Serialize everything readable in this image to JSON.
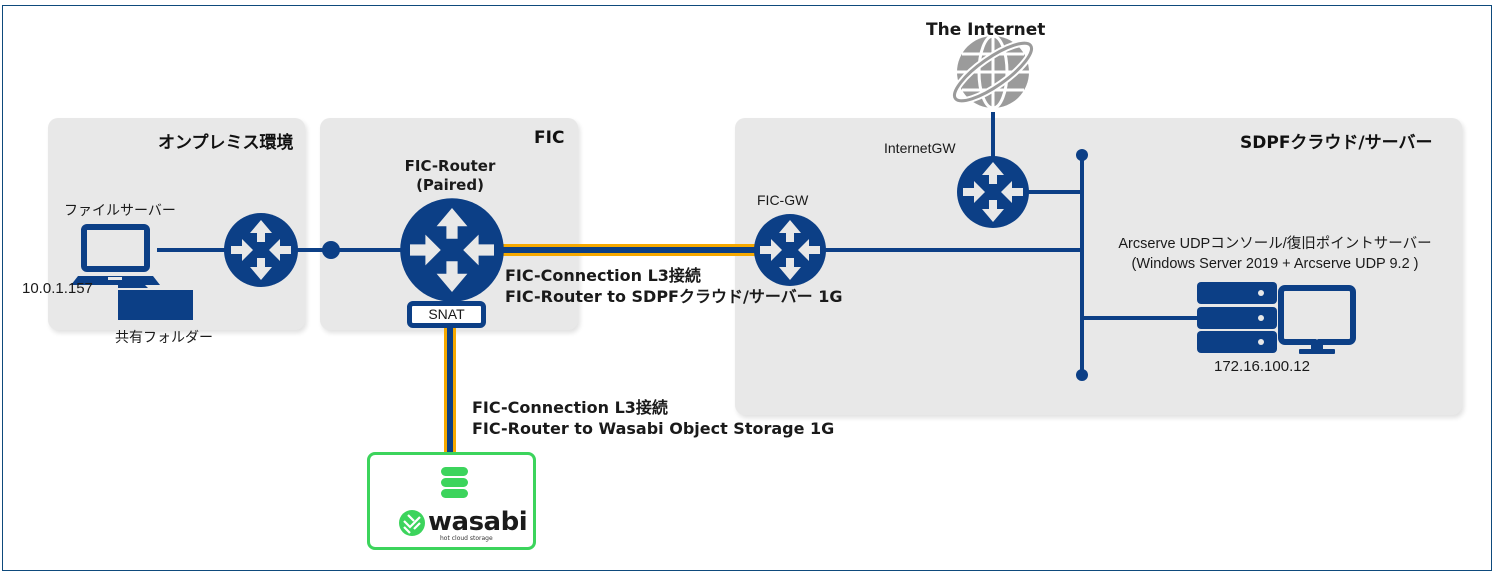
{
  "colors": {
    "navy": "#0c3f86",
    "panel_bg": "#e8e8e8",
    "frame_border": "#0e4a7c",
    "orange_link": "#f5a800",
    "wasabi_green": "#3cd45c",
    "globe_gray": "#9b9b9b"
  },
  "panels": {
    "onprem": {
      "title": "オンプレミス環境"
    },
    "fic": {
      "title": "FIC"
    },
    "sdpf": {
      "title": "SDPFクラウド/サーバー"
    }
  },
  "onprem": {
    "file_server_label": "ファイルサーバー",
    "file_server_ip": "10.0.1.157",
    "shared_folder_label": "共有フォルダー"
  },
  "fic": {
    "router_label_line1": "FIC-Router",
    "router_label_line2": "(Paired)",
    "snat_label": "SNAT"
  },
  "connections": {
    "sdpf_link_line1": "FIC-Connection L3接続",
    "sdpf_link_line2": "FIC-Router to SDPFクラウド/サーバー 1G",
    "wasabi_link_line1": "FIC-Connection L3接続",
    "wasabi_link_line2": "FIC-Router to Wasabi Object Storage 1G"
  },
  "internet": {
    "label": "The Internet"
  },
  "sdpf": {
    "fic_gw_label": "FIC-GW",
    "internet_gw_label": "InternetGW",
    "server_label_line1": "Arcserve UDPコンソール/復旧ポイントサーバー",
    "server_label_line2": "(Windows Server 2019 + Arcserve UDP 9.2 )",
    "server_ip": "172.16.100.12"
  },
  "wasabi": {
    "brand": "wasabi",
    "tagline": "hot cloud storage"
  }
}
